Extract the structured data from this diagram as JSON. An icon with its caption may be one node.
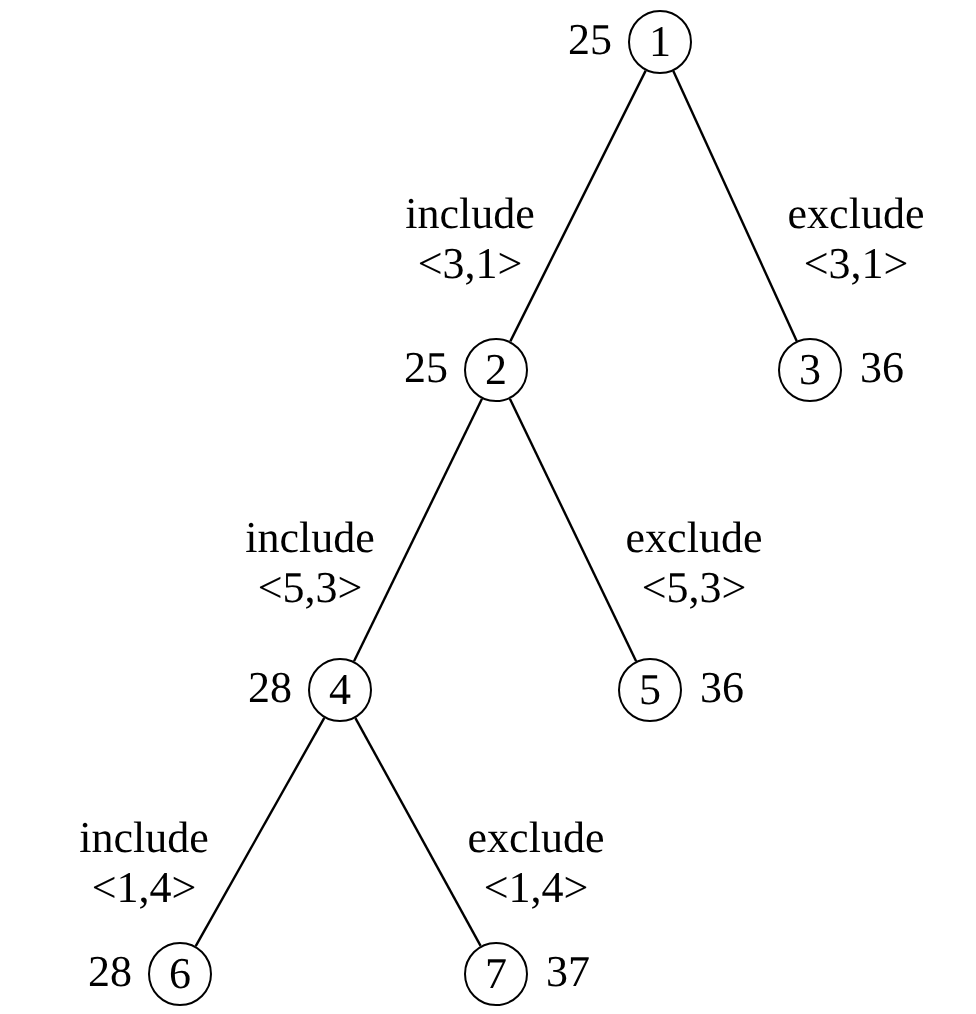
{
  "diagram": {
    "nodes": [
      {
        "text": [
          "1"
        ],
        "beside": [
          "25"
        ]
      },
      {
        "text": [
          "2"
        ],
        "beside": [
          "25"
        ]
      },
      {
        "text": [
          "3"
        ],
        "beside": [
          "36"
        ]
      },
      {
        "text": [
          "4"
        ],
        "beside": [
          "28"
        ]
      },
      {
        "text": [
          "5"
        ],
        "beside": [
          "36"
        ]
      },
      {
        "text": [
          "6"
        ],
        "beside": [
          "28"
        ]
      },
      {
        "text": [
          "7"
        ],
        "beside": [
          "37"
        ]
      }
    ],
    "edges": [
      {
        "from": 0,
        "to": 1,
        "arrow": "none",
        "label": "include <3,1>"
      },
      {
        "from": 0,
        "to": 2,
        "arrow": "none",
        "label": "exclude <3,1>"
      },
      {
        "from": 1,
        "to": 3,
        "arrow": "none",
        "label": "include <5,3>"
      },
      {
        "from": 1,
        "to": 4,
        "arrow": "none",
        "label": "exclude <5,3>"
      },
      {
        "from": 3,
        "to": 5,
        "arrow": "none",
        "label": "include <1,4>"
      },
      {
        "from": 3,
        "to": 6,
        "arrow": "none",
        "label": "exclude <1,4>"
      }
    ]
  }
}
